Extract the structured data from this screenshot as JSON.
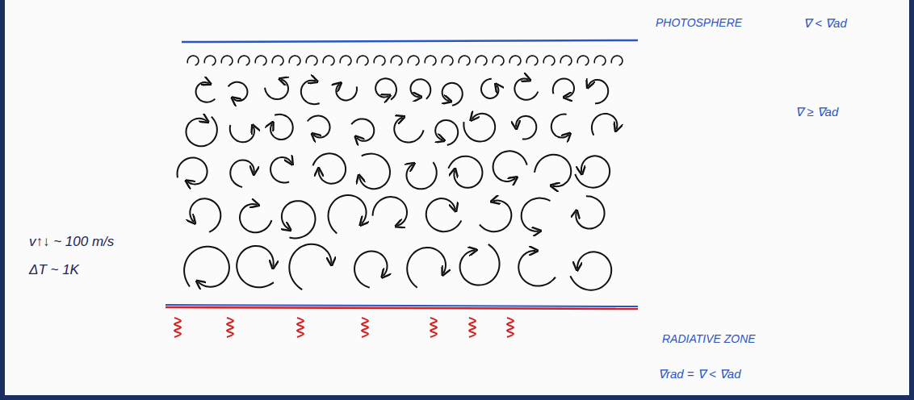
{
  "diagram": {
    "labels": [
      "PHOTOSPHERE",
      "∇ < ∇ad",
      "∇ ≥ ∇ad",
      "v↑↓ ~ 100 m/s",
      "ΔT ~ 1K",
      "RADIATIVE ZONE",
      "∇rad = ∇ < ∇ad"
    ]
  }
}
